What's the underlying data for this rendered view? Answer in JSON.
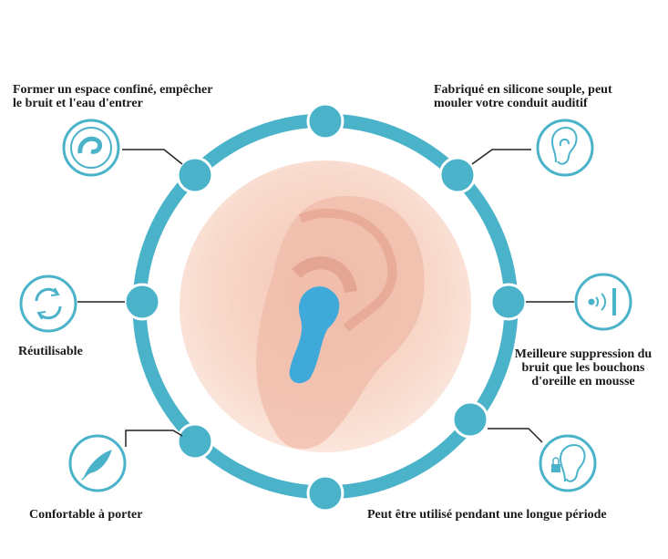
{
  "colors": {
    "accent": "#4ab3c9",
    "skin": "#f6d2c3",
    "earplug": "#3fa9d9",
    "text": "#1a1a1a"
  },
  "features": [
    {
      "icon": "wave-seal-icon",
      "text": "Former un espace confiné, empêcher\nle bruit et l'eau d'entrer"
    },
    {
      "icon": "ear-icon",
      "text": "Fabriqué en silicone souple, peut\nmouler votre conduit auditif"
    },
    {
      "icon": "recycle-arrows-icon",
      "text": "Réutilisable"
    },
    {
      "icon": "sound-block-icon",
      "text": "Meilleure suppression du\nbruit que les bouchons\nd'oreille en mousse"
    },
    {
      "icon": "feather-icon",
      "text": "Confortable à porter"
    },
    {
      "icon": "ear-lock-icon",
      "text": "Peut être utilisé pendant une longue période"
    }
  ]
}
